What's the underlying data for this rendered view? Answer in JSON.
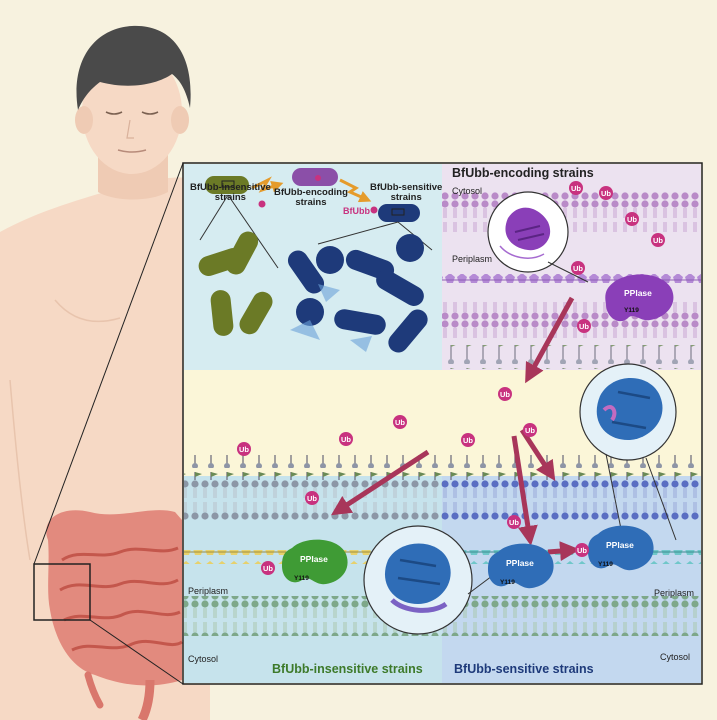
{
  "top_strains": {
    "insensitive": "BfUbb-insensitive strains",
    "encoding": "BfUbb-encoding strains",
    "sensitive": "BfUbb-sensitive strains",
    "bfubb": "BfUbb"
  },
  "quadrant_titles": {
    "encoding": "BfUbb-encoding strains",
    "insensitive": "BfUbb-insensitive strains",
    "sensitive": "BfUbb-sensitive strains"
  },
  "compartments": {
    "cytosol": "Cytosol",
    "periplasm": "Periplasm"
  },
  "molecule_labels": {
    "ub": "Ub",
    "ppiase": "PPIase",
    "residue": "Y119"
  },
  "colors": {
    "background": "#f7f2df",
    "skin": "#f6d9c5",
    "hair": "#4a4a4a",
    "intestine": "#d9776c",
    "ub_bead": "#c8327f",
    "ppiase_purple": "#8a3fb8",
    "ppiase_green": "#3f9b35",
    "ppiase_blue": "#2f6db7",
    "arrow": "#a8365a",
    "insensitive_bacteria": "#6b7a26",
    "sensitive_bacteria": "#1e3a7a"
  }
}
